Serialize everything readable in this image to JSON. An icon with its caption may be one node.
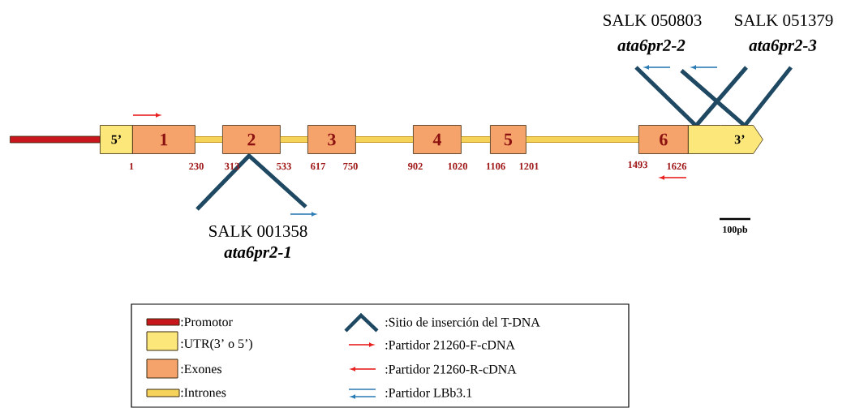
{
  "diagram": {
    "nodes": [
      {
        "text": [],
        "shape": "bar"
      },
      {
        "text": [
          "5’"
        ]
      },
      {
        "text": [
          "1"
        ]
      },
      {
        "text": [
          "2"
        ]
      },
      {
        "text": [
          "3"
        ]
      },
      {
        "text": [
          "4"
        ]
      },
      {
        "text": [
          "5"
        ]
      },
      {
        "text": [
          "6"
        ]
      },
      {
        "text": [
          "3’"
        ]
      }
    ],
    "edges": [
      {
        "from": 2,
        "to": 3,
        "arrow": "none"
      },
      {
        "from": 3,
        "to": 4,
        "arrow": "none"
      },
      {
        "from": 4,
        "to": 5,
        "arrow": "none"
      },
      {
        "from": 5,
        "to": 6,
        "arrow": "none"
      },
      {
        "from": 6,
        "to": 7,
        "arrow": "none"
      }
    ],
    "labels": [
      "SALK 050803",
      "SALK 051379",
      "ata6pr2-2",
      "ata6pr2-3",
      "1",
      "230",
      "313",
      "533",
      "617",
      "750",
      "902",
      "1020",
      "1106",
      "1201",
      "1493",
      "1626",
      "SALK 001358",
      "ata6pr2-1",
      "100pb"
    ],
    "legend": [
      {
        "text": ":Promotor",
        "color": "#c8161d"
      },
      {
        "text": ":UTR(3’ o 5’)",
        "color": "#fbe77a"
      },
      {
        "text": ":Exones",
        "color": "#f6a26b"
      },
      {
        "text": ":Intrones",
        "color": "#f5d35a"
      },
      {
        "text": ":Sitio de inserción del T-DNA"
      },
      {
        "text": ":Partidor 21260-F-cDNA"
      },
      {
        "text": ":Partidor 21260-R-cDNA"
      },
      {
        "text": ":Partidor LBb3.1"
      }
    ]
  }
}
